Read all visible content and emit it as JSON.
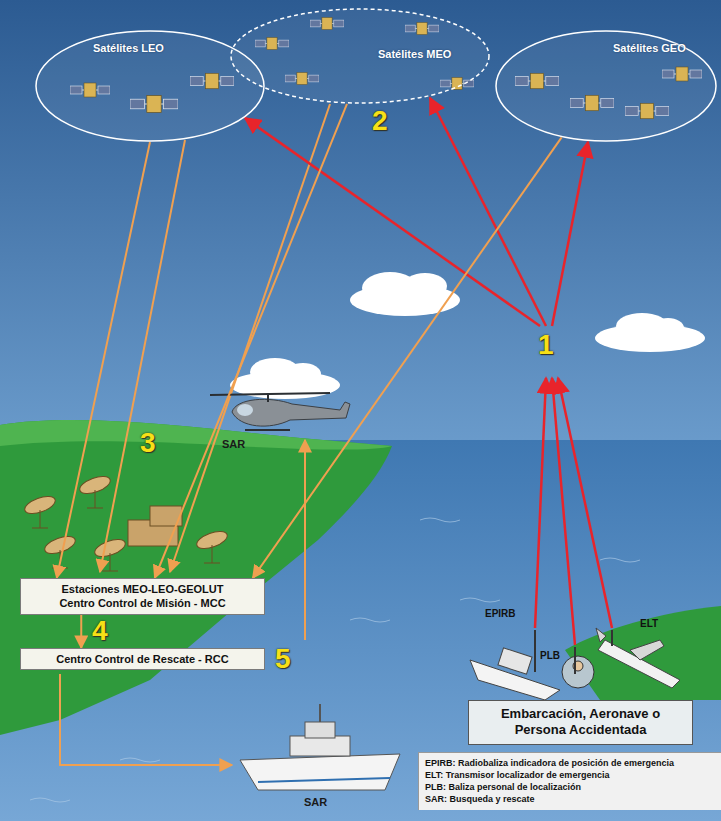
{
  "diagram": {
    "nodes": [
      {
        "text": [
          "Satélites LEO"
        ]
      },
      {
        "text": [
          "Satélites MEO"
        ]
      },
      {
        "text": [
          "Satélites GEO"
        ]
      },
      {
        "text": [
          "Estaciones MEO-LEO-GEOLUT",
          "Centro Control de Misión - MCC"
        ]
      },
      {
        "text": [
          "Centro Control de Rescate - RCC"
        ]
      },
      {
        "text": [
          "Embarcación, Aeronave o Persona Accidentada"
        ]
      },
      {
        "text": [
          "EPIRB: Radiobaliza indicadora de posición de emergencia",
          "ELT: Transmisor localizador de emergencia",
          "PLB: Baliza personal de localización",
          "SAR: Busqueda y rescate"
        ]
      }
    ],
    "edges": [
      {
        "from": 0,
        "to": 3,
        "arrow": "to"
      },
      {
        "from": 1,
        "to": 3,
        "arrow": "to"
      },
      {
        "from": 2,
        "to": 3,
        "arrow": "to"
      },
      {
        "from": 3,
        "to": 4,
        "arrow": "to"
      }
    ],
    "labels": [
      "2",
      "1",
      "SAR",
      "3",
      "EPIRB",
      "PLB",
      "ELT",
      "4",
      "5",
      "SAR"
    ]
  }
}
